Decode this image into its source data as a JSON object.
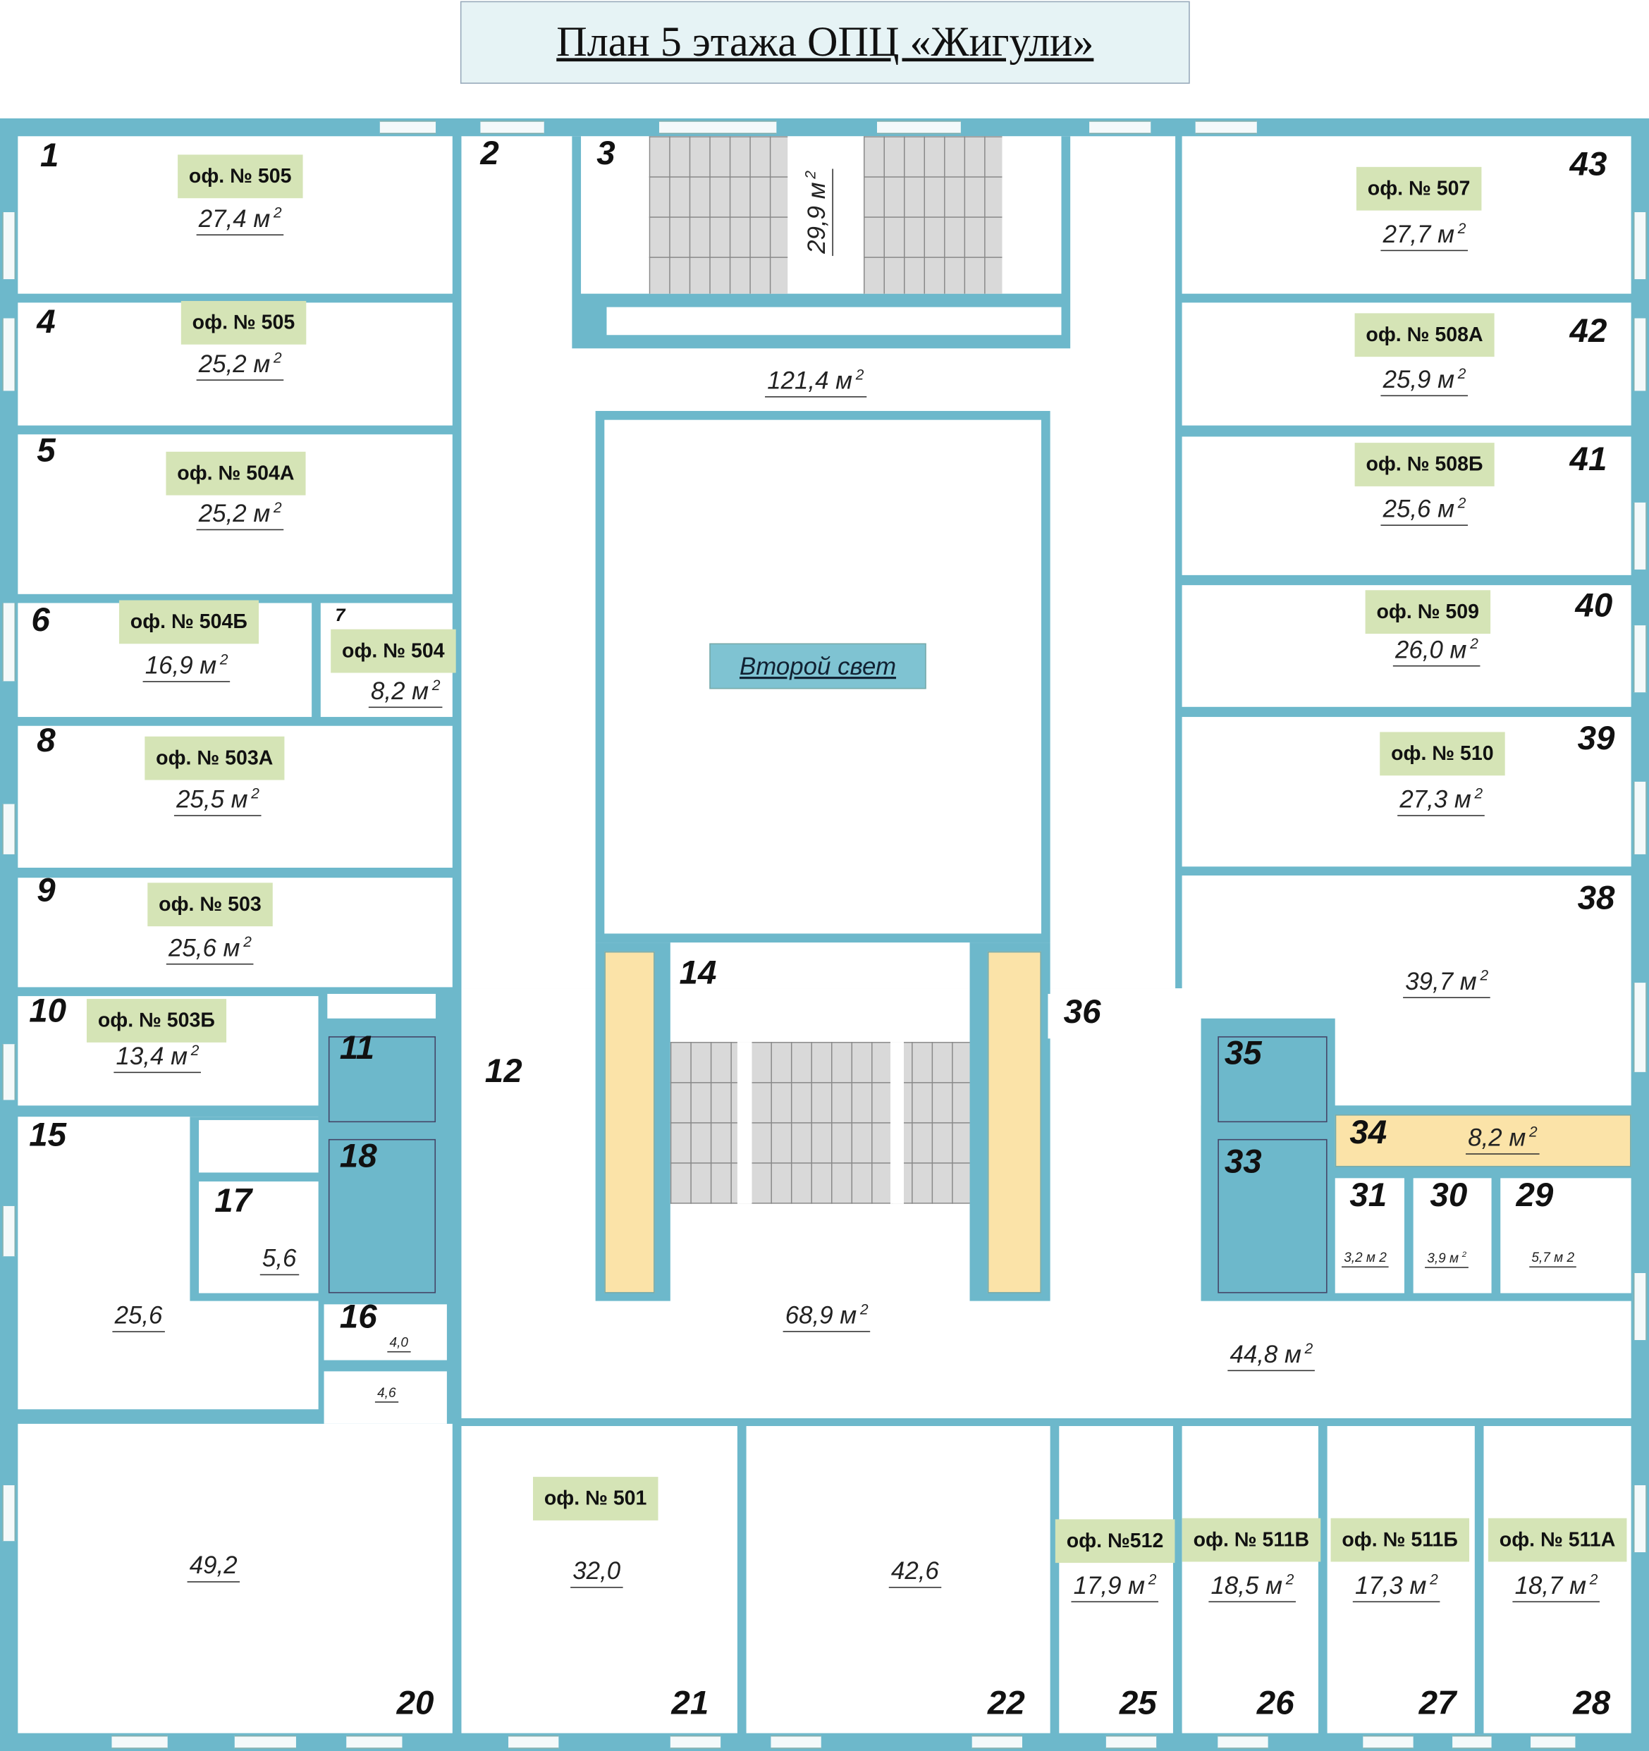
{
  "title": "План 5 этажа ОПЦ «Жигули»",
  "atrium_label": "Второй свет",
  "rooms": [
    {
      "number": "1",
      "office": "оф. № 505",
      "area": "27,4 м",
      "sup": "2"
    },
    {
      "number": "4",
      "office": "оф. № 505",
      "area": "25,2 м",
      "sup": "2"
    },
    {
      "number": "5",
      "office": "оф. № 504А",
      "area": "25,2 м",
      "sup": "2"
    },
    {
      "number": "6",
      "office": "оф. № 504Б",
      "area": "16,9 м",
      "sup": "2"
    },
    {
      "number": "7",
      "office": "оф. № 504",
      "area": "8,2 м",
      "sup": "2"
    },
    {
      "number": "8",
      "office": "оф. № 503А",
      "area": "25,5 м",
      "sup": "2"
    },
    {
      "number": "9",
      "office": "оф. № 503",
      "area": "25,6 м",
      "sup": "2"
    },
    {
      "number": "10",
      "office": "оф. № 503Б",
      "area": "13,4 м",
      "sup": "2"
    },
    {
      "number": "15",
      "area": "25,6"
    },
    {
      "number": "17",
      "area": "5,6"
    },
    {
      "number": "16",
      "area": "4,0"
    },
    {
      "area": "4,6"
    },
    {
      "number": "11"
    },
    {
      "number": "18"
    },
    {
      "number": "20",
      "area": "49,2"
    },
    {
      "number": "21",
      "office": "оф. № 501",
      "area": "32,0"
    },
    {
      "number": "22",
      "area": "42,6"
    },
    {
      "number": "25",
      "office": "оф. №512",
      "area": "17,9 м",
      "sup": "2"
    },
    {
      "number": "26",
      "office": "оф. № 511В",
      "area": "18,5 м",
      "sup": "2"
    },
    {
      "number": "27",
      "office": "оф. № 511Б",
      "area": "17,3 м",
      "sup": "2"
    },
    {
      "number": "28",
      "office": "оф. № 511А",
      "area": "18,7 м",
      "sup": "2"
    },
    {
      "number": "43",
      "office": "оф. № 507",
      "area": "27,7 м",
      "sup": "2"
    },
    {
      "number": "42",
      "office": "оф. № 508А",
      "area": "25,9 м",
      "sup": "2"
    },
    {
      "number": "41",
      "office": "оф. № 508Б",
      "area": "25,6 м",
      "sup": "2"
    },
    {
      "number": "40",
      "office": "оф. № 509",
      "area": "26,0 м",
      "sup": "2"
    },
    {
      "number": "39",
      "office": "оф. № 510",
      "area": "27,3 м",
      "sup": "2"
    },
    {
      "number": "38",
      "area": "39,7 м",
      "sup": "2"
    },
    {
      "number": "36"
    },
    {
      "number": "35"
    },
    {
      "number": "33"
    },
    {
      "number": "34",
      "area": "8,2 м",
      "sup": "2"
    },
    {
      "number": "31",
      "area": "3,2 м 2"
    },
    {
      "number": "30",
      "area": "3,9 м",
      "sup": "2"
    },
    {
      "number": "29",
      "area": "5,7 м 2"
    },
    {
      "number": "2"
    },
    {
      "number": "3",
      "area": "29,9 м",
      "sup": "2"
    },
    {
      "number": "14",
      "area": "68,9 м",
      "sup": "2"
    },
    {
      "number": "12"
    },
    {
      "area": "121,4 м",
      "sup": "2"
    },
    {
      "area": "44,8 м",
      "sup": "2"
    }
  ]
}
